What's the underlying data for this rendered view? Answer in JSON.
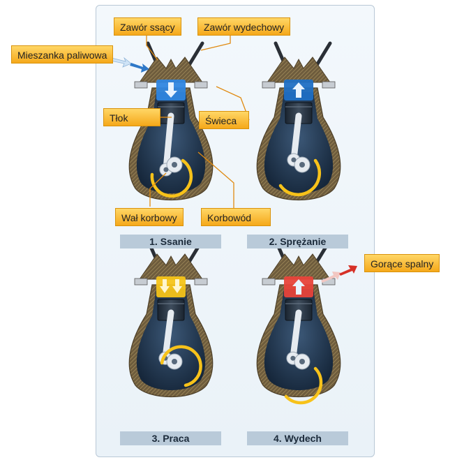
{
  "callouts": {
    "intake_valve": "Zawór ssący",
    "exhaust_valve": "Zawór wydechowy",
    "fuel_mixture": "Mieszanka paliwowa",
    "piston": "Tłok",
    "spark_plug": "Świeca",
    "crankshaft": "Wał korbowy",
    "connecting_rod": "Korbowód",
    "exhaust_gases": "Gorące spalny"
  },
  "stages": [
    {
      "label": "1. Ssanie",
      "chamber_color": "#2f86e0",
      "arrow": "down"
    },
    {
      "label": "2. Sprężanie",
      "chamber_color": "#1f6fc4",
      "arrow": "up"
    },
    {
      "label": "3. Praca",
      "chamber_color": "#f6c419",
      "arrow": "down-double"
    },
    {
      "label": "4. Wydech",
      "chamber_color": "#e8433a",
      "arrow": "up"
    }
  ],
  "colors": {
    "callout_fill": "#f5a81a",
    "engine_body": "#1f3550",
    "engine_wall": "#6b5a3e",
    "rotation_arrow": "#f7c21a"
  }
}
